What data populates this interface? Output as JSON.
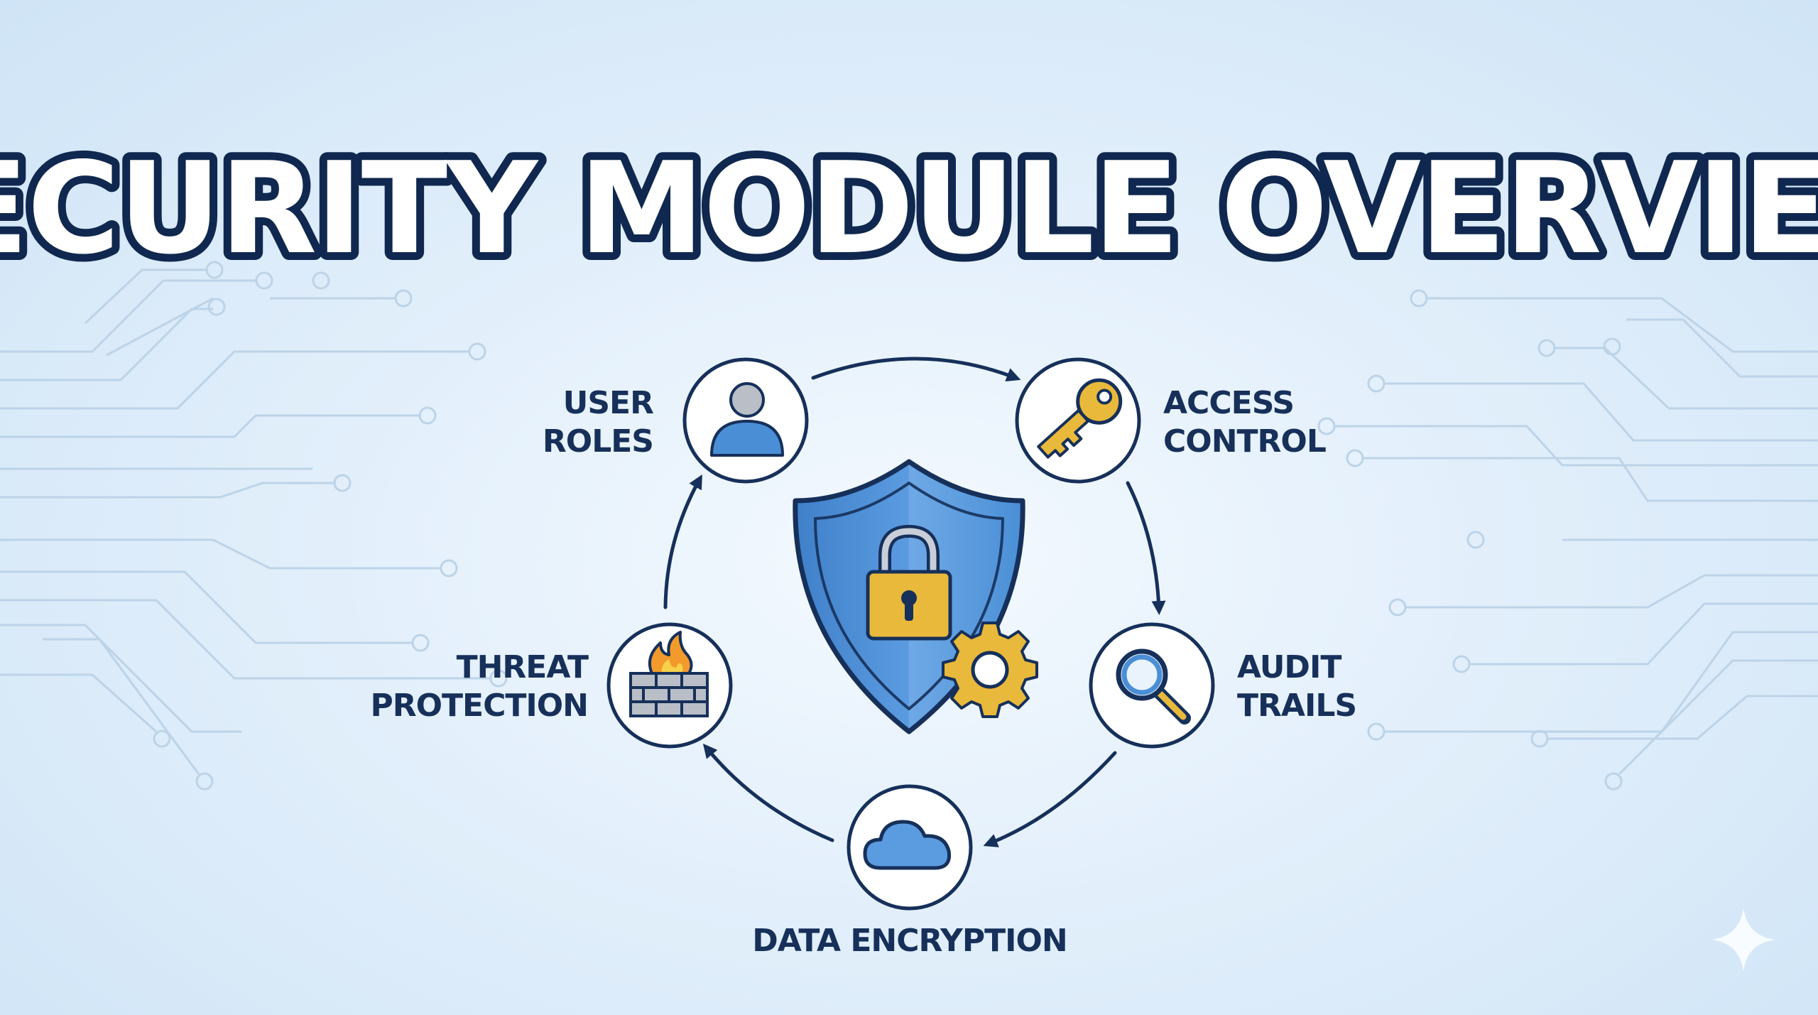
{
  "title": "SECURITY MODULE OVERVIEW",
  "center": {
    "icon": "shield-lock-gear-icon"
  },
  "nodes": [
    {
      "id": "user-roles",
      "lines": [
        "USER",
        "ROLES"
      ],
      "icon": "user-icon"
    },
    {
      "id": "access-control",
      "lines": [
        "ACCESS",
        "CONTROL"
      ],
      "icon": "key-icon"
    },
    {
      "id": "audit-trails",
      "lines": [
        "AUDIT",
        "TRAILS"
      ],
      "icon": "magnifier-icon"
    },
    {
      "id": "data-encryption",
      "lines": [
        "DATA ENCRYPTION"
      ],
      "icon": "cloud-icon"
    },
    {
      "id": "threat-protection",
      "lines": [
        "THREAT",
        "PROTECTION"
      ],
      "icon": "firewall-icon"
    }
  ],
  "flow": [
    "user-roles",
    "access-control",
    "audit-trails",
    "data-encryption",
    "threat-protection",
    "user-roles"
  ],
  "colors": {
    "navy": "#16305a",
    "shield_blue": "#4a8fd6",
    "lock_gold": "#e9b93b",
    "cloud_blue": "#5b9be0",
    "flame_orange": "#f29a2b",
    "brick_gray": "#b9bec7",
    "background": "#dcebf8"
  },
  "watermark": {
    "icon": "sparkle-icon"
  }
}
